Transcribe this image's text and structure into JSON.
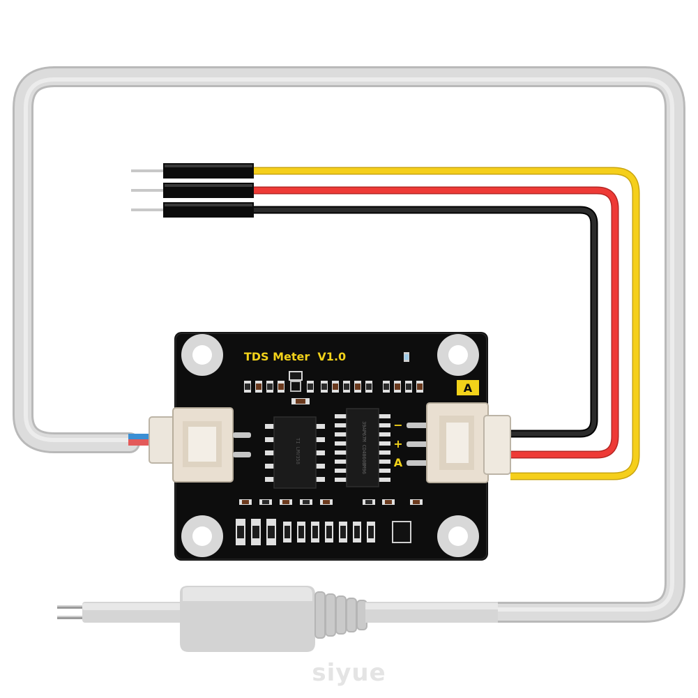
{
  "board": {
    "title": "TDS Meter  V1.0",
    "port_tag": "A",
    "pin_labels": [
      "−",
      "+",
      "A"
    ],
    "chip_left_marking": "TI  LMV358",
    "chip_right_marking": "39AP67M CD4060BM96"
  },
  "watermark": "siyue",
  "colors": {
    "board": "#0d0d0d",
    "silkscreen": "#f2d21a",
    "probe_cable": "#dadada",
    "wire_signal": "#f5cf1b",
    "wire_vcc": "#ee3a36",
    "wire_gnd": "#1e1e1e",
    "connector": "#e9dfd1"
  },
  "icons": [
    "mounting-hole-icon",
    "header-pin-icon",
    "probe-tip-icon"
  ]
}
